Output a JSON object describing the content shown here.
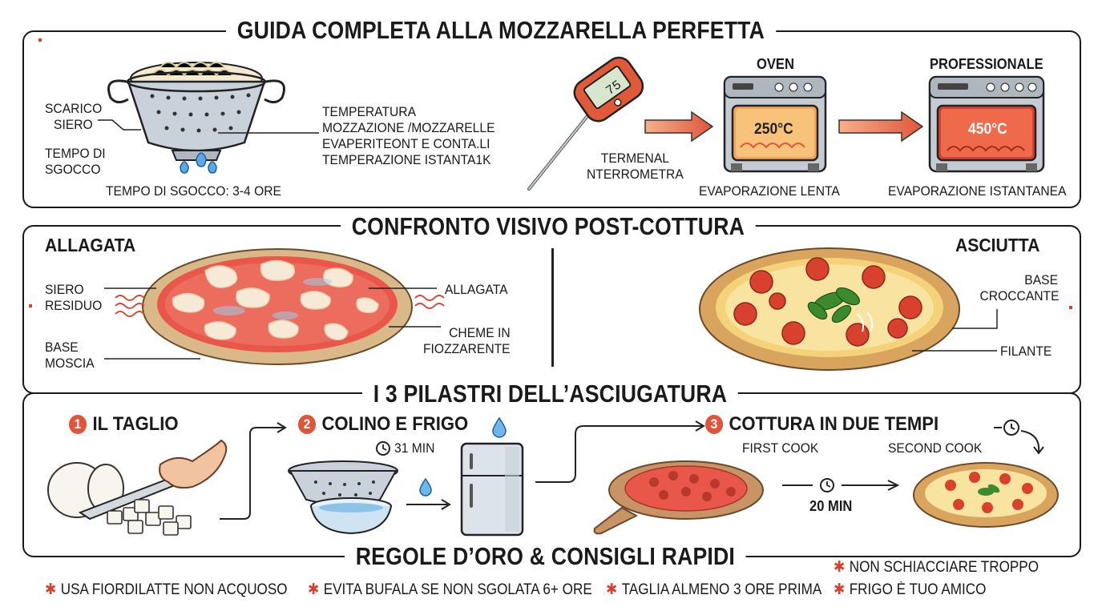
{
  "sections": {
    "guide_title": "GUIDA COMPLETA ALLA MOZZARELLA PERFETTA",
    "compare_title": "CONFRONTO VISIVO POST-COTTURA",
    "pillars_title": "I 3 PILASTRI DELL’ASCIUGATURA",
    "rules_title": "REGOLE D’ORO & CONSIGLI RAPIDI"
  },
  "guide": {
    "drain_label_1": "SCARICO",
    "drain_label_2": "SIERO",
    "time_label_1": "TEMPO DI",
    "time_label_2": "SGOCCO",
    "drain_time": "TEMPO DI SGOCCO: 3-4 ORE",
    "temp_lines": [
      "TEMPERATURA",
      "MOZZAZIONE /MOZZARELLE",
      "EVAPERITEONT E CONTA.LI",
      "TEMPERAZIONE ISTANTA1K"
    ],
    "thermo_display": "75",
    "thermo_label_1": "TERMENAL",
    "thermo_label_2": "NTERROMETRA",
    "oven_title": "OVEN",
    "oven_temp": "250°C",
    "oven_caption": "EVAPORAZIONE LENTA",
    "pro_title": "PROFESSIONALE",
    "pro_temp": "450°C",
    "pro_caption": "EVAPORAZIONE ISTANTANEA"
  },
  "compare": {
    "wet_title": "ALLAGATA",
    "wet_left_1": "SIERO",
    "wet_left_2": "RESIDUO",
    "wet_left_3": "BASE",
    "wet_left_4": "MOSCIA",
    "wet_right_1": "ALLAGATA",
    "wet_right_2": "CHEME IN",
    "wet_right_3": "FIOZZARENTE",
    "dry_title": "ASCIUTTA",
    "dry_right_1": "BASE",
    "dry_right_2": "CROCCANTE",
    "dry_right_3": "FILANTE"
  },
  "pillars": {
    "step1_num": "1",
    "step1": "IL TAGLIO",
    "step2_num": "2",
    "step2": "COLINO E FRIGO",
    "step2_time": "31 MIN",
    "step3_num": "3",
    "step3": "COTTURA IN DUE TEMPI",
    "first_cook": "FIRST COOK",
    "second_cook": "SECOND COOK",
    "interval": "20 MIN"
  },
  "rules": [
    "USA FIORDILATTE NON ACQUOSO",
    "EVITA BUFALA SE NON SGOLATA 6+ ORE",
    "TAGLIA ALMENO 3 ORE PRIMA",
    "NON SCHIACCIARE TROPPO",
    "FRIGO È TUO AMICO"
  ],
  "colors": {
    "accent": "#e0553a",
    "ink": "#1a1a1a",
    "steel": "#b9c2cc",
    "water": "#3b8fd9"
  }
}
